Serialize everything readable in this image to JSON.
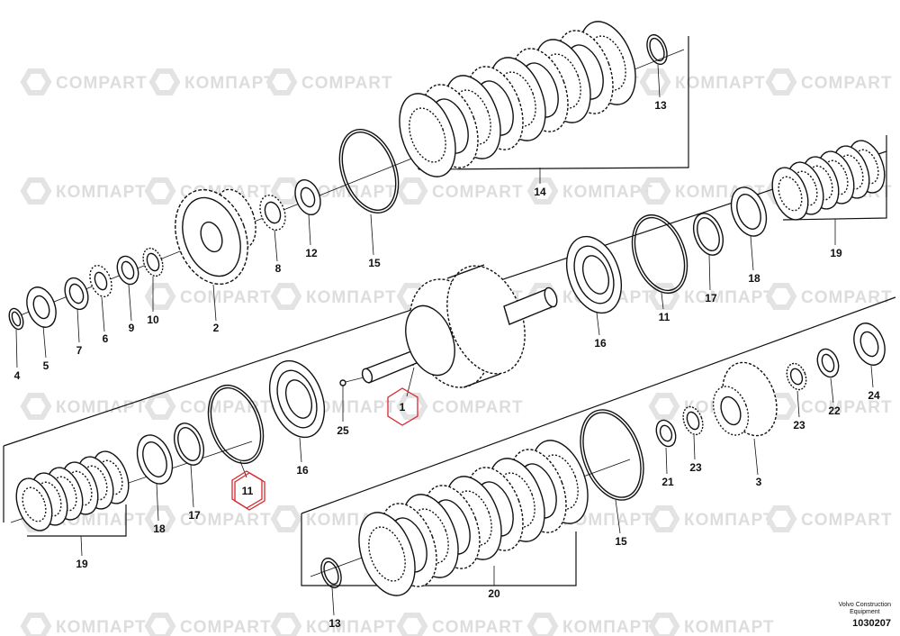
{
  "watermark": {
    "latin": "COMPART",
    "cyrillic": "КОМПАРТ"
  },
  "callouts": [
    {
      "id": "c1",
      "text": "1",
      "highlighted": true
    },
    {
      "id": "c2",
      "text": "2"
    },
    {
      "id": "c3",
      "text": "3"
    },
    {
      "id": "c4",
      "text": "4"
    },
    {
      "id": "c5",
      "text": "5"
    },
    {
      "id": "c6",
      "text": "6"
    },
    {
      "id": "c7",
      "text": "7"
    },
    {
      "id": "c8",
      "text": "8"
    },
    {
      "id": "c9",
      "text": "9"
    },
    {
      "id": "c10",
      "text": "10"
    },
    {
      "id": "c11a",
      "text": "11"
    },
    {
      "id": "c11b",
      "text": "11",
      "highlighted": true
    },
    {
      "id": "c12",
      "text": "12"
    },
    {
      "id": "c13a",
      "text": "13"
    },
    {
      "id": "c13b",
      "text": "13"
    },
    {
      "id": "c14",
      "text": "14"
    },
    {
      "id": "c15a",
      "text": "15"
    },
    {
      "id": "c15b",
      "text": "15"
    },
    {
      "id": "c16a",
      "text": "16"
    },
    {
      "id": "c16b",
      "text": "16"
    },
    {
      "id": "c17a",
      "text": "17"
    },
    {
      "id": "c17b",
      "text": "17"
    },
    {
      "id": "c18a",
      "text": "18"
    },
    {
      "id": "c18b",
      "text": "18"
    },
    {
      "id": "c19a",
      "text": "19"
    },
    {
      "id": "c19b",
      "text": "19"
    },
    {
      "id": "c20",
      "text": "20"
    },
    {
      "id": "c21",
      "text": "21"
    },
    {
      "id": "c22",
      "text": "22"
    },
    {
      "id": "c23a",
      "text": "23"
    },
    {
      "id": "c23b",
      "text": "23"
    },
    {
      "id": "c24",
      "text": "24"
    },
    {
      "id": "c25",
      "text": "25"
    }
  ],
  "footer": {
    "company_line1": "Volvo Construction",
    "company_line2": "Equipment",
    "drawing_number": "1030207"
  },
  "colors": {
    "line": "#111111",
    "highlight": "#d9262c",
    "watermark": "#dddddd"
  }
}
